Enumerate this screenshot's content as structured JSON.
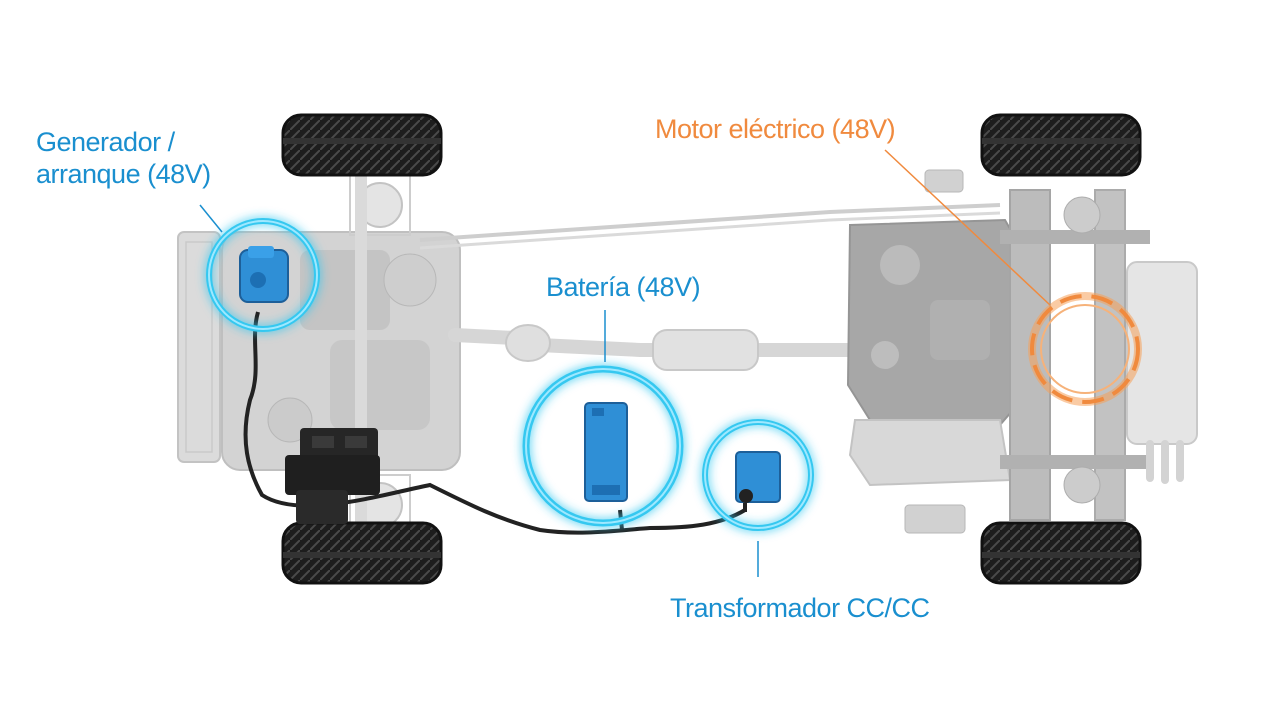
{
  "colors": {
    "accent_blue": "#1a8fcf",
    "accent_orange": "#f08a3e",
    "glow_blue": "#35c8f0",
    "component_blue": "#2f8fd6",
    "chassis_gray": "#c8c8c8"
  },
  "labels": {
    "generator_line1": "Generador /",
    "generator_line2": "arranque (48V)",
    "motor": "Motor eléctrico (48V)",
    "battery": "Batería (48V)",
    "transformer": "Transformador CC/CC"
  }
}
